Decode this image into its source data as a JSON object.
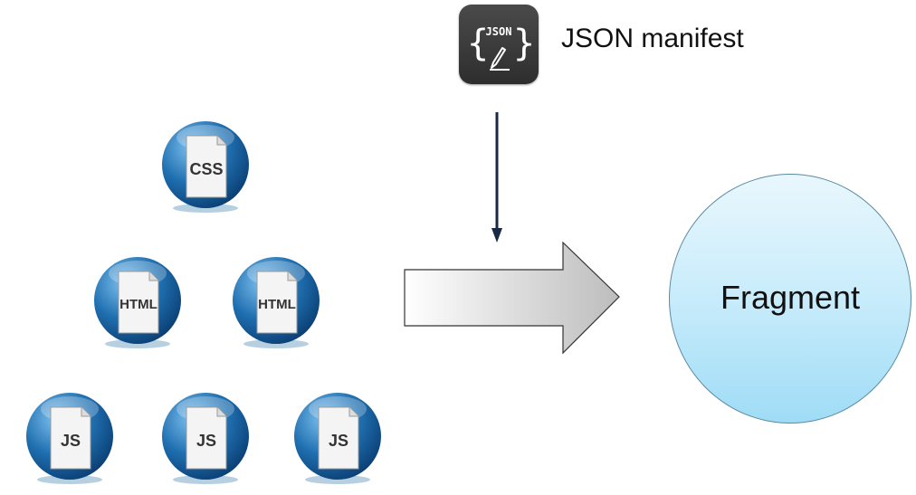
{
  "manifest": {
    "icon_name": "json-file-icon",
    "icon_text": "JSON",
    "label": "JSON manifest"
  },
  "fragment": {
    "label": "Fragment"
  },
  "files": {
    "css": "CSS",
    "html_1": "HTML",
    "html_2": "HTML",
    "js_1": "JS",
    "js_2": "JS",
    "js_3": "JS"
  },
  "colors": {
    "sphere_blue": "#1f6fb0",
    "fragment_fill": "#bfe9fb",
    "arrow_line": "#1b2a44",
    "big_arrow_fill": "#d0d0d0"
  }
}
